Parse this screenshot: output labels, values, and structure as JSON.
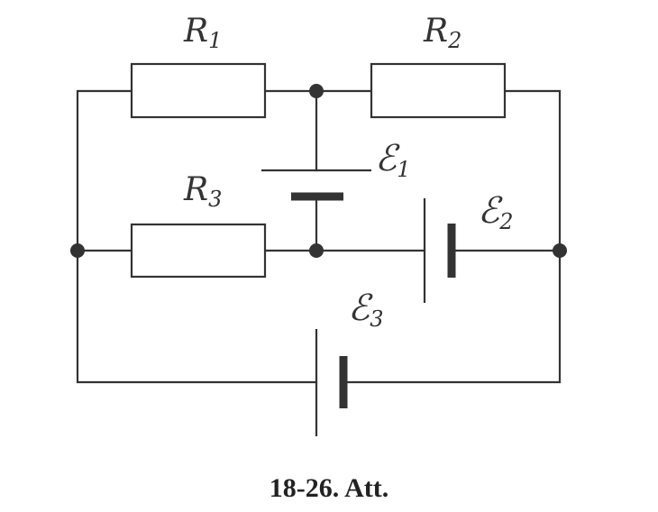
{
  "labels": {
    "r1": {
      "main": "R",
      "sub": "1"
    },
    "r2": {
      "main": "R",
      "sub": "2"
    },
    "r3": {
      "main": "R",
      "sub": "3"
    },
    "e1": {
      "main": "ℰ",
      "sub": "1"
    },
    "e2": {
      "main": "ℰ",
      "sub": "2"
    },
    "e3": {
      "main": "ℰ",
      "sub": "3"
    }
  },
  "caption": "18-26. Att.",
  "colors": {
    "line": "#333333",
    "background": "#ffffff"
  }
}
